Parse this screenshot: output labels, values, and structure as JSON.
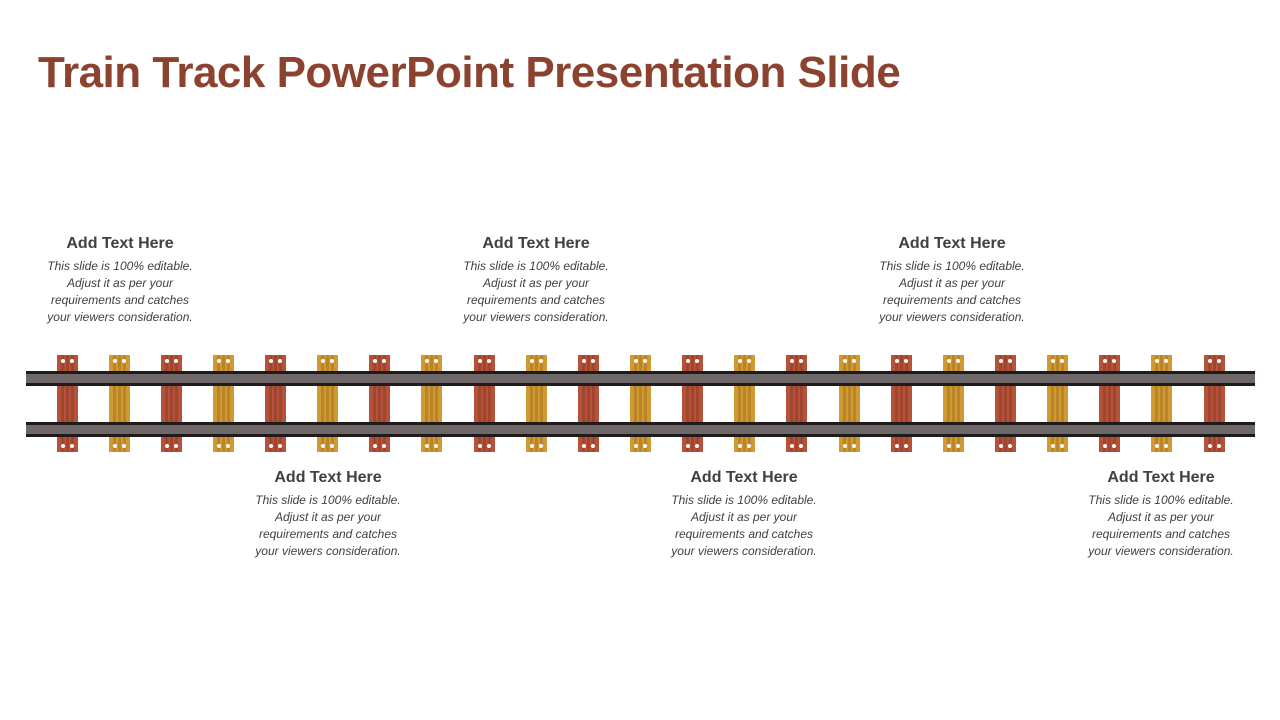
{
  "slide": {
    "title": "Train Track PowerPoint Presentation Slide",
    "title_color": "#8B4330"
  },
  "track": {
    "tie_count": 23,
    "tie_colors": {
      "red": "#B5533A",
      "red_grain": "#8E3B28",
      "yellow": "#D09A33",
      "yellow_grain": "#A87420"
    },
    "rail_color": "#6E6869",
    "rail_edge_color": "#1F1B1B"
  },
  "text_blocks": [
    {
      "heading": "Add Text Here",
      "body": "This slide is 100% editable. Adjust it as per your requirements and catches your viewers consideration.",
      "position": "top"
    },
    {
      "heading": "Add Text Here",
      "body": "This slide is 100% editable. Adjust it as per your requirements and catches your viewers consideration.",
      "position": "bottom"
    },
    {
      "heading": "Add Text Here",
      "body": "This slide is 100% editable. Adjust it as per your requirements and catches your viewers consideration.",
      "position": "top"
    },
    {
      "heading": "Add Text Here",
      "body": "This slide is 100% editable. Adjust it as per your requirements and catches your viewers consideration.",
      "position": "bottom"
    },
    {
      "heading": "Add Text Here",
      "body": "This slide is 100% editable. Adjust it as per your requirements and catches your viewers consideration.",
      "position": "top"
    },
    {
      "heading": "Add Text Here",
      "body": "This slide is 100% editable. Adjust it as per your requirements and catches your viewers consideration.",
      "position": "bottom"
    }
  ]
}
